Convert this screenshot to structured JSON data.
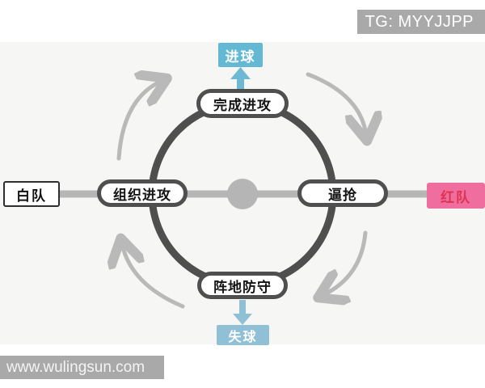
{
  "header": {
    "tg_badge": "TG: MYYJJPP"
  },
  "footer": {
    "site_watermark": "www.wulingsun.com"
  },
  "diagram": {
    "teams": {
      "white": "白队",
      "red": "红队"
    },
    "outcomes": {
      "goal": "进球",
      "concede": "失球"
    },
    "phases": {
      "finish_attack": "完成进攻",
      "organize_attack": "组织进攻",
      "press": "逼抢",
      "positional_defense": "阵地防守"
    },
    "cycle_direction": "clockwise",
    "colors": {
      "ring": "#4f4f4f",
      "axis_line": "#b6b6b6",
      "center_dot": "#b5b5b5",
      "rotation_arrows": "#b9b9b9",
      "goal_box_bg": "#63b8d4",
      "concede_box_bg": "#8fc0d6",
      "red_team_bg": "#f06da0",
      "red_team_text": "#dd3550",
      "watermark_bg": "#a9a9a9",
      "panel_bg": "#f6f6f4"
    }
  }
}
